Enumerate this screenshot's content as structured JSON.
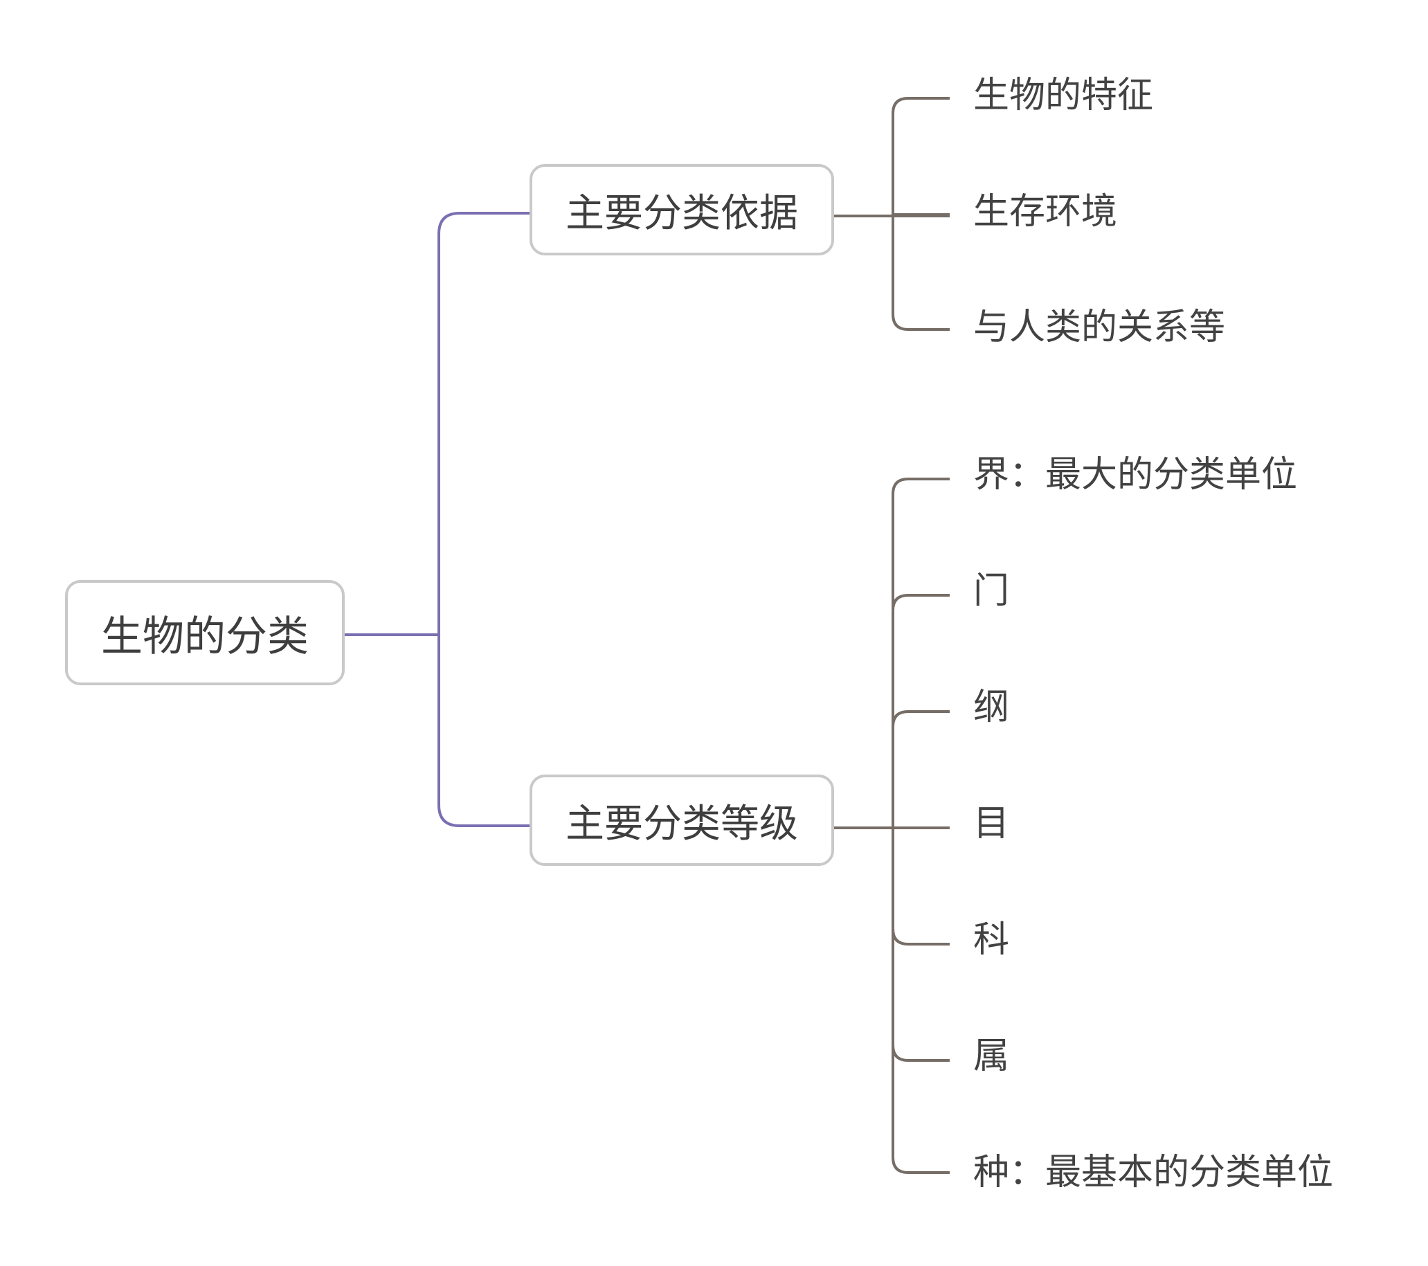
{
  "root": {
    "label": "生物的分类"
  },
  "branches": [
    {
      "label": "主要分类依据",
      "children": [
        "生物的特征",
        "生存环境",
        "与人类的关系等"
      ]
    },
    {
      "label": "主要分类等级",
      "children": [
        "界：最大的分类单位",
        "门",
        "纲",
        "目",
        "科",
        "属",
        "种：最基本的分类单位"
      ]
    }
  ],
  "colors": {
    "root_connector": "#7b6fb2",
    "leaf_connector": "#766d67",
    "node_border": "#c9c9c9",
    "text": "#3e3e3e"
  }
}
